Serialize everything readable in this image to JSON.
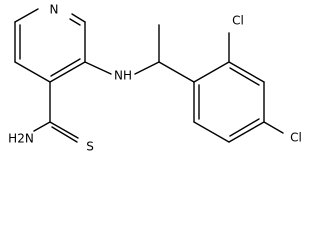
{
  "structure": {
    "atoms": {
      "pyridine_n": "N",
      "amine_nh": "NH",
      "thioamide_nh2": "H2N",
      "thioamide_s": "S",
      "chloro_ortho": "Cl",
      "chloro_para": "Cl"
    }
  }
}
